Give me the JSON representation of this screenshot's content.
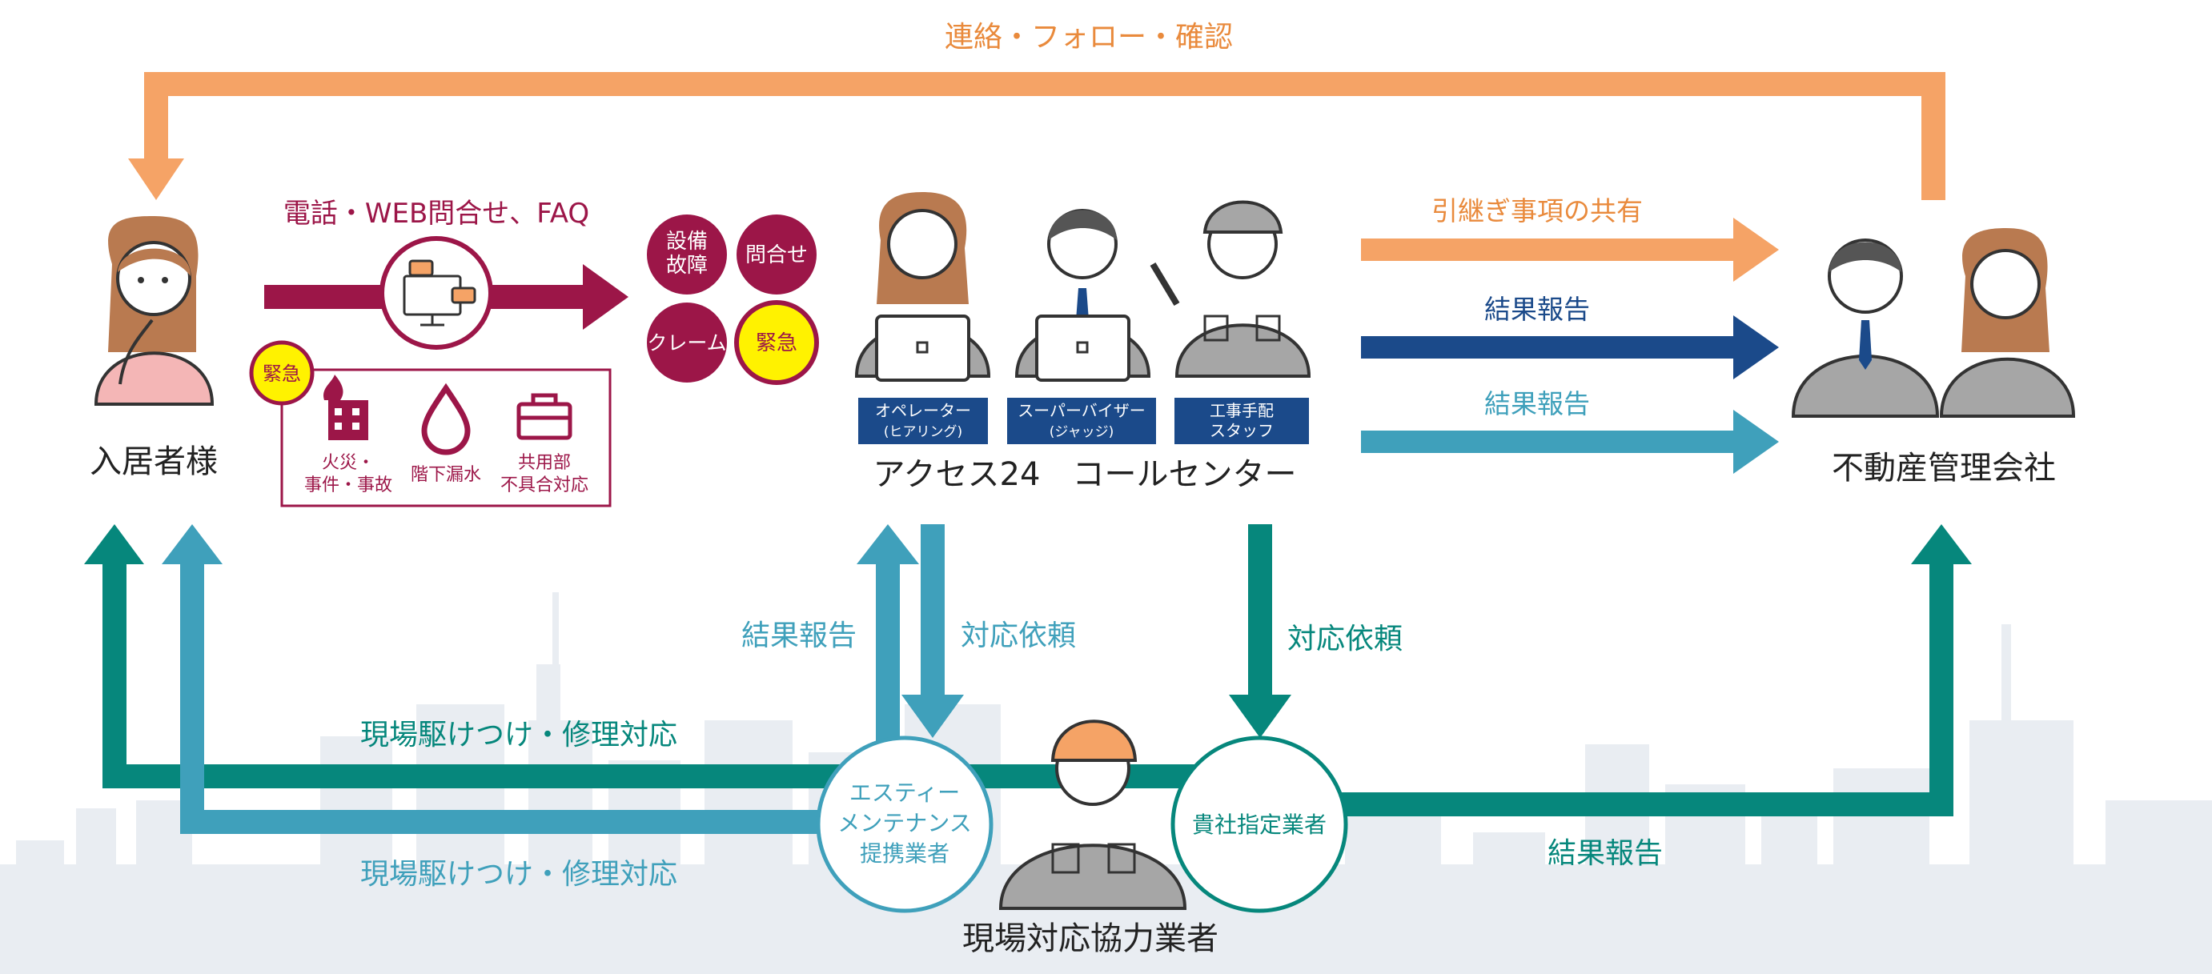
{
  "colors": {
    "orange": "#F5A366",
    "orange_text": "#E98A3C",
    "maroon": "#9C1648",
    "navy": "#1B4A8A",
    "light_blue": "#3FA0BB",
    "teal": "#06877C",
    "yellow": "#FFF200",
    "skyline": "#E9EDF2"
  },
  "top_loop": {
    "label": "連絡・フォロー・確認"
  },
  "tenant": {
    "label": "入居者様"
  },
  "inquiry": {
    "label": "電話・WEB問合せ、FAQ",
    "bubbles": [
      "設備\n故障",
      "問合せ",
      "クレーム",
      "緊急"
    ]
  },
  "emergency": {
    "badge": "緊急",
    "items": [
      {
        "icon": "fire-building-icon",
        "label": "火災・\n事件・事故"
      },
      {
        "icon": "water-drop-icon",
        "label": "階下漏水"
      },
      {
        "icon": "toolbox-icon",
        "label": "共用部\n不具合対応"
      }
    ]
  },
  "call_center": {
    "label": "アクセス24　コールセンター",
    "roles": [
      {
        "label": "オペレーター\n(ヒアリング)"
      },
      {
        "label": "スーパーバイザー\n(ジャッジ)"
      },
      {
        "label": "工事手配\nスタッフ"
      }
    ]
  },
  "right_arrows": {
    "handover": "引継ぎ事項の共有",
    "result_1": "結果報告",
    "result_2": "結果報告"
  },
  "company": {
    "label": "不動産管理会社"
  },
  "middle": {
    "result_report": "結果報告",
    "request_left": "対応依頼",
    "request_right": "対応依頼"
  },
  "bottom": {
    "onsite_teal": "現場駆けつけ・修理対応",
    "onsite_blue": "現場駆けつけ・修理対応",
    "result_report": "結果報告",
    "partner_st": "エスティー\nメンテナンス\n提携業者",
    "partner_designated": "貴社指定業者",
    "field_partners": "現場対応協力業者"
  }
}
